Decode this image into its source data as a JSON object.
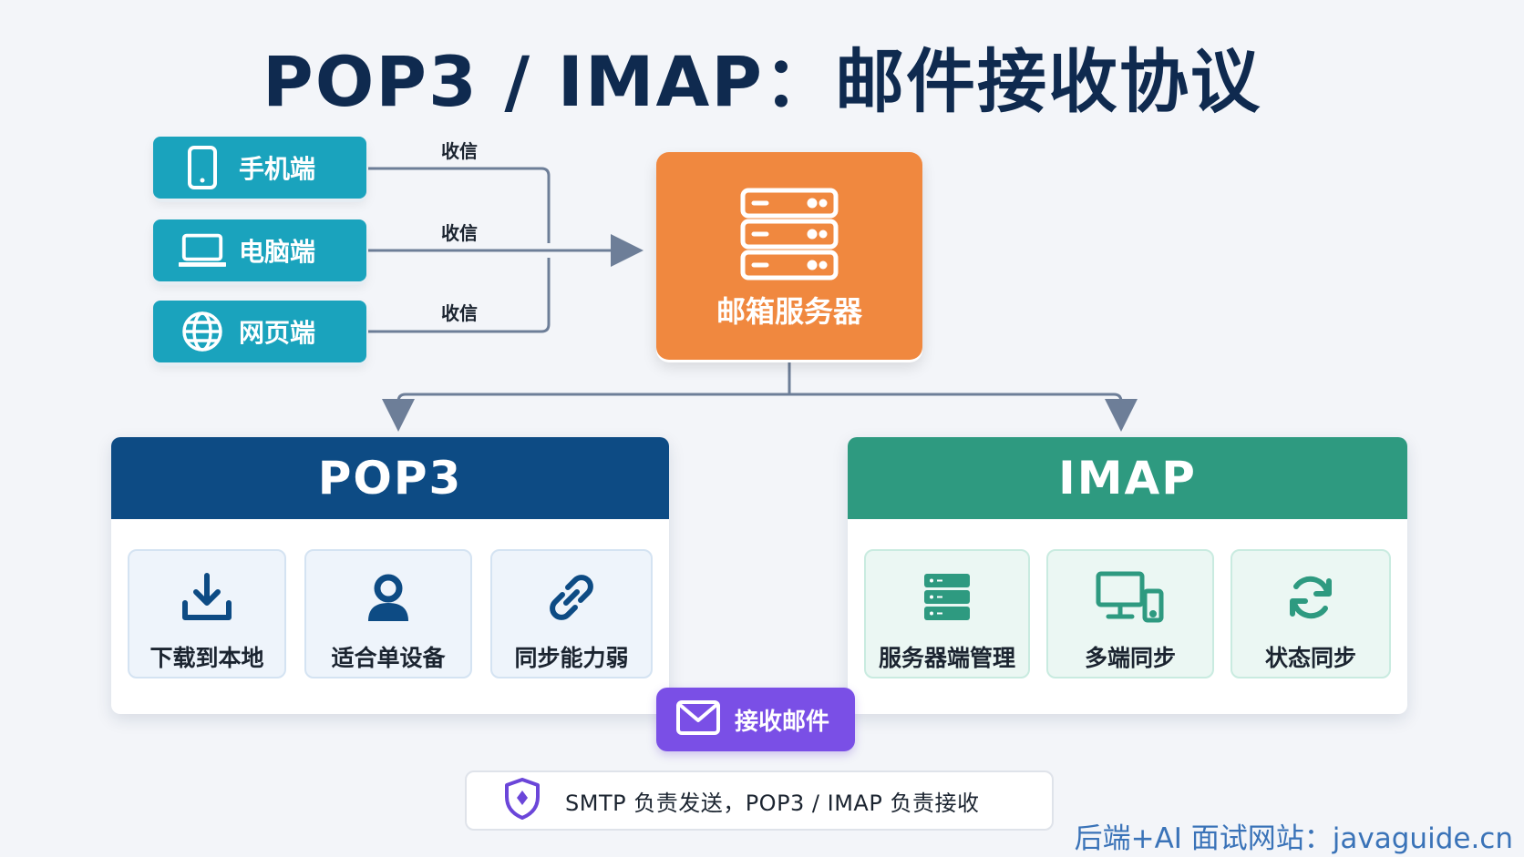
{
  "title": "POP3 / IMAP：邮件接收协议",
  "clients": [
    {
      "label": "手机端",
      "icon": "phone-icon"
    },
    {
      "label": "电脑端",
      "icon": "laptop-icon"
    },
    {
      "label": "网页端",
      "icon": "globe-icon"
    }
  ],
  "edge_label": "收信",
  "server": {
    "label": "邮箱服务器",
    "icon": "server-icon"
  },
  "pop3": {
    "title": "POP3",
    "color": "#0d4b84",
    "features": [
      {
        "label": "下载到本地",
        "icon": "download-icon"
      },
      {
        "label": "适合单设备",
        "icon": "user-icon"
      },
      {
        "label": "同步能力弱",
        "icon": "link-icon"
      }
    ]
  },
  "imap": {
    "title": "IMAP",
    "color": "#2e9a80",
    "features": [
      {
        "label": "服务器端管理",
        "icon": "server-stack-icon"
      },
      {
        "label": "多端同步",
        "icon": "devices-icon"
      },
      {
        "label": "状态同步",
        "icon": "refresh-icon"
      }
    ]
  },
  "badge": {
    "label": "接收邮件",
    "icon": "envelope-icon"
  },
  "note": {
    "label": "SMTP 负责发送，POP3 / IMAP 负责接收",
    "icon": "shield-icon"
  },
  "watermark": "后端+AI 面试网站：javaguide.cn"
}
